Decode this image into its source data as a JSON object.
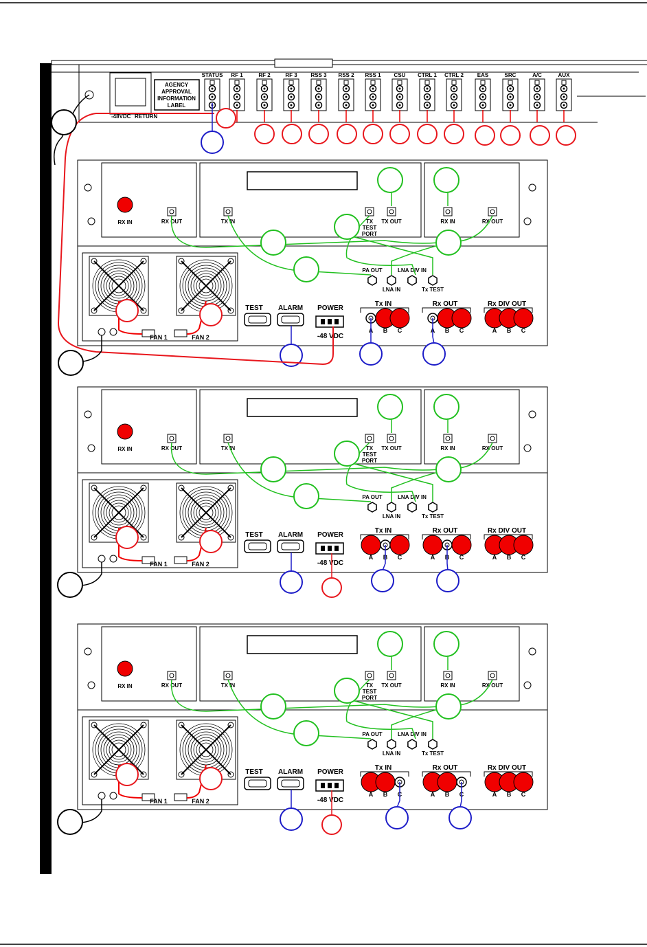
{
  "breaker_panel": {
    "labels": [
      "STATUS",
      "RF 1",
      "RF 2",
      "RF 3",
      "RSS 3",
      "RSS 2",
      "RSS 1",
      "CSU",
      "CTRL 1",
      "CTRL 2",
      "EAS",
      "SRC",
      "A/C",
      "AUX"
    ],
    "agency_label": [
      "AGENCY",
      "APPROVAL",
      "INFORMATION",
      "LABEL"
    ],
    "power_labels": [
      "-48VDC",
      "RETURN"
    ]
  },
  "shelf": {
    "rx_in": "RX IN",
    "rx_out": "RX OUT",
    "tx_in": "TX IN",
    "tx_test_port": "TX TEST PORT",
    "tx_out": "TX OUT",
    "rx_in_right": "RX IN",
    "rx_out_right": "RX OUT",
    "pa_out": "PA OUT",
    "lna_in": "LNA IN",
    "lna_div_in": "LNA DIV IN",
    "tx_test": "Tx TEST",
    "test": "TEST",
    "alarm": "ALARM",
    "power": "POWER",
    "vdc": "-48 VDC",
    "fan1": "FAN 1",
    "fan2": "FAN 2",
    "tx_in_group": "Tx IN",
    "rx_out_group": "Rx OUT",
    "rx_div_out_group": "Rx DIV OUT",
    "port_a": "A",
    "port_b": "B",
    "port_c": "C"
  },
  "colors": {
    "callout_red": "#e8171d",
    "callout_green": "#22c020",
    "callout_blue": "#1c1cc8",
    "red_fill": "#f00000",
    "frame": "#000000"
  }
}
